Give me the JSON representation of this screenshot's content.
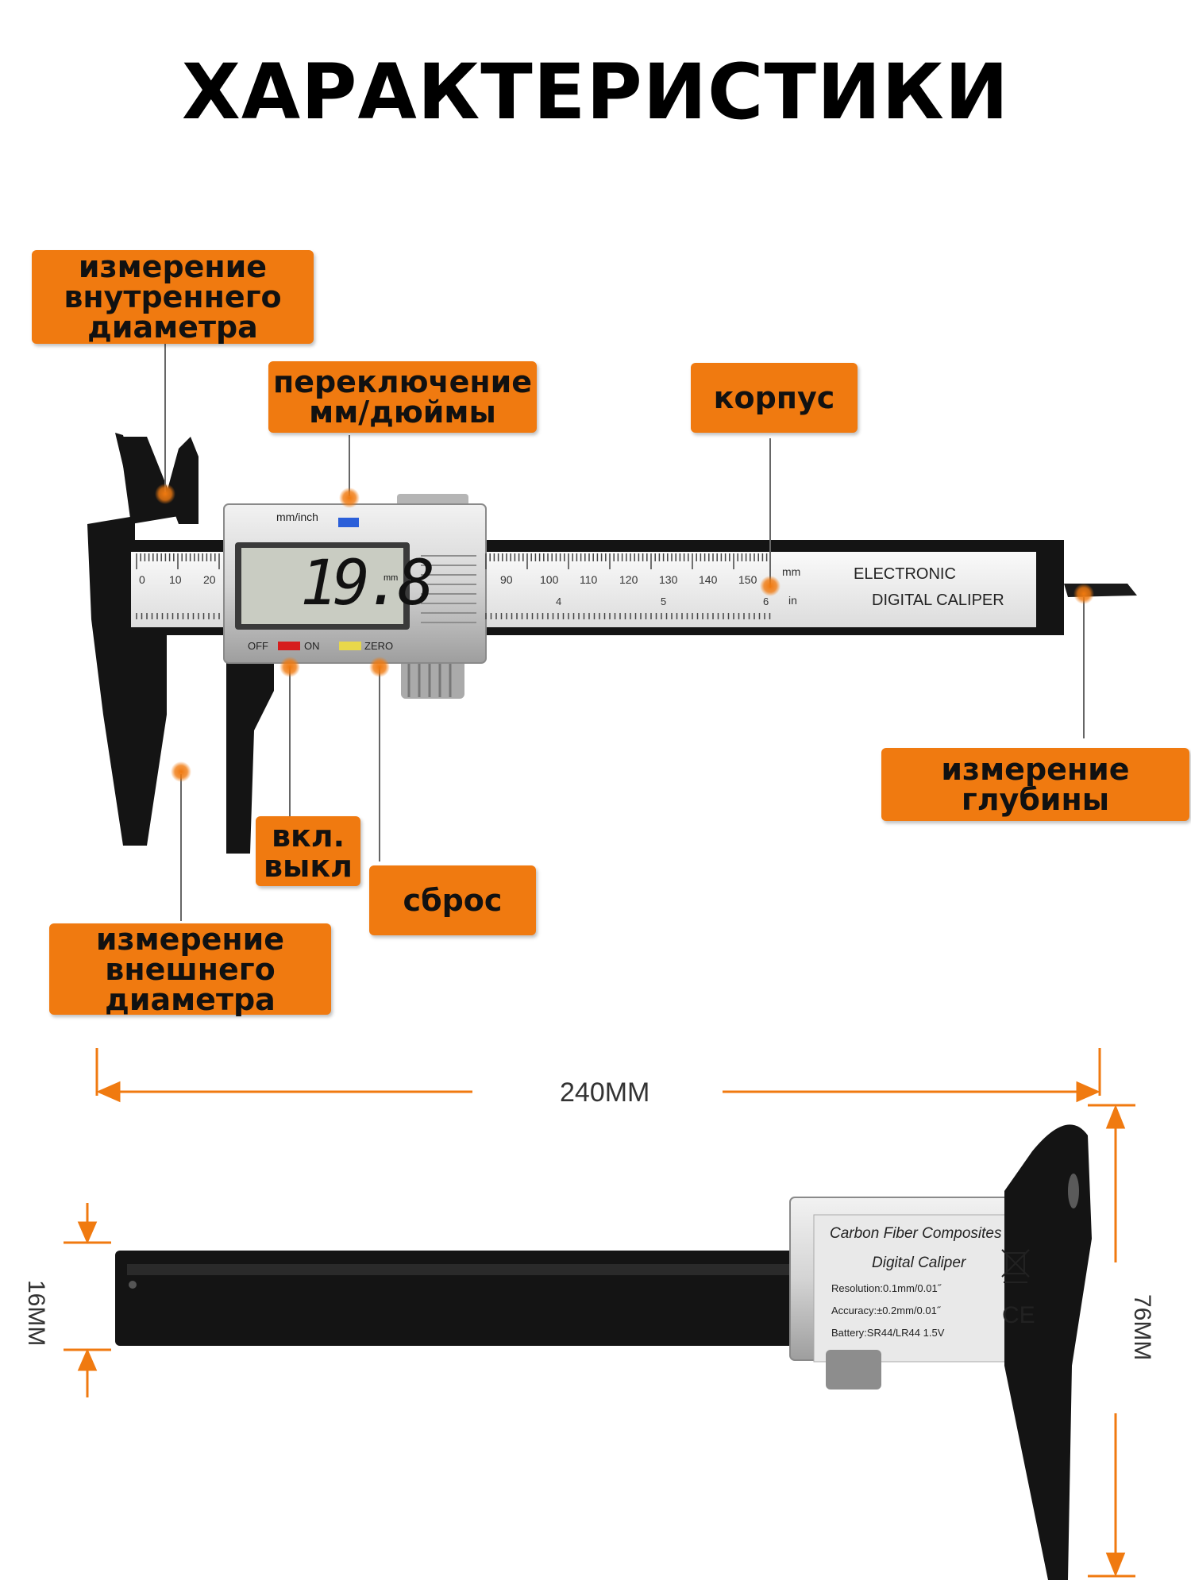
{
  "title": "ХАРАКТЕРИСТИКИ",
  "labels": {
    "inner_diameter": "измерение\nвнутреннего\nдиаметра",
    "unit_switch": "переключение\nмм/дюймы",
    "body": "корпус",
    "depth": "измерение\nглубины",
    "on_off": "вкл.\nвыкл",
    "reset": "сброс",
    "outer_diameter": "измерение\nвнешнего\nдиаметра"
  },
  "caliper": {
    "unit_label": "mm/inch",
    "display_value": "19.8",
    "display_unit": "mm",
    "off": "OFF",
    "on": "ON",
    "zero": "ZERO",
    "brand_line1": "ELECTRONIC",
    "brand_line2": "DIGITAL CALIPER",
    "scale_mm": [
      "0",
      "10",
      "20",
      "90",
      "100",
      "110",
      "120",
      "130",
      "140",
      "150"
    ],
    "scale_mm_unit": "mm",
    "scale_in_unit": "in",
    "scale_in_numbers": [
      "4",
      "5",
      "6"
    ]
  },
  "dimensions": {
    "length": "240MM",
    "thickness": "16MM",
    "height": "76MM"
  },
  "caliper2": {
    "line1": "Carbon Fiber Composites",
    "line2": "Digital Caliper",
    "resolution": "Resolution:0.1mm/0.01˝",
    "accuracy": "Accuracy:±0.2mm/0.01˝",
    "battery": "Battery:SR44/LR44 1.5V",
    "ce": "CE"
  },
  "colors": {
    "accent": "#f07a10",
    "body_black": "#111111",
    "panel_silver": "#d8d8d8",
    "lcd": "#c9ccc2"
  }
}
